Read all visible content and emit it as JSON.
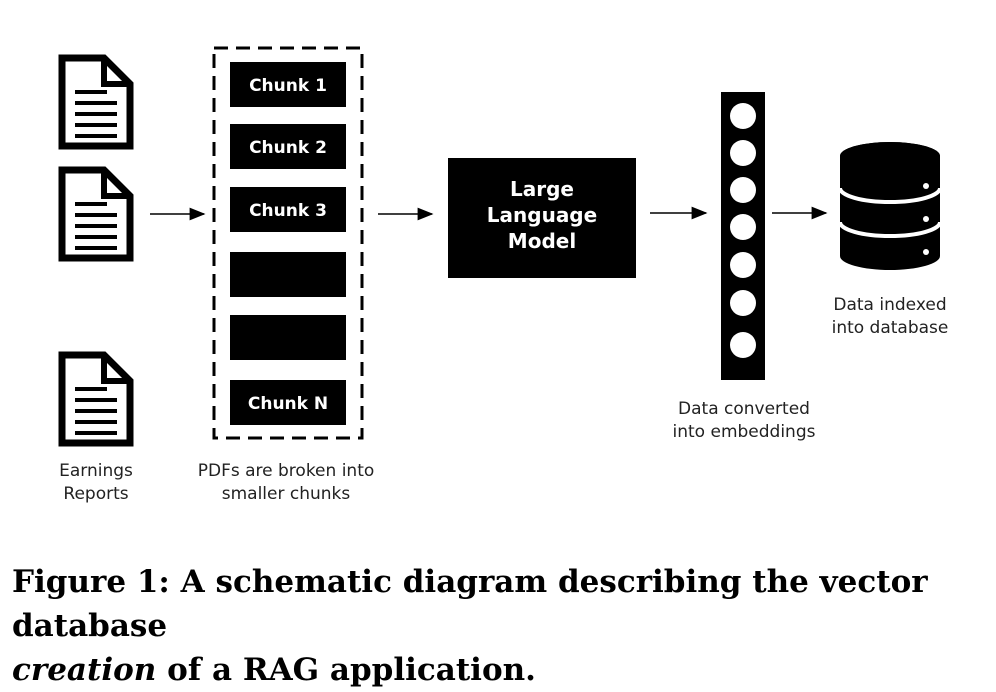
{
  "diagram": {
    "documents_label": [
      "Earnings",
      "Reports"
    ],
    "chunks": [
      "Chunk 1",
      "Chunk 2",
      "Chunk 3",
      "",
      "",
      "Chunk N"
    ],
    "chunks_label": [
      "PDFs are broken into",
      "smaller chunks"
    ],
    "llm": [
      "Large",
      "Language",
      "Model"
    ],
    "embeddings_label": [
      "Data converted",
      "into embeddings"
    ],
    "database_label": [
      "Data indexed",
      "into database"
    ]
  },
  "caption": {
    "prefix": "Figure 1: ",
    "body": "A schematic diagram describing the vector database",
    "italic": "creation",
    "rest": " of a RAG application."
  }
}
